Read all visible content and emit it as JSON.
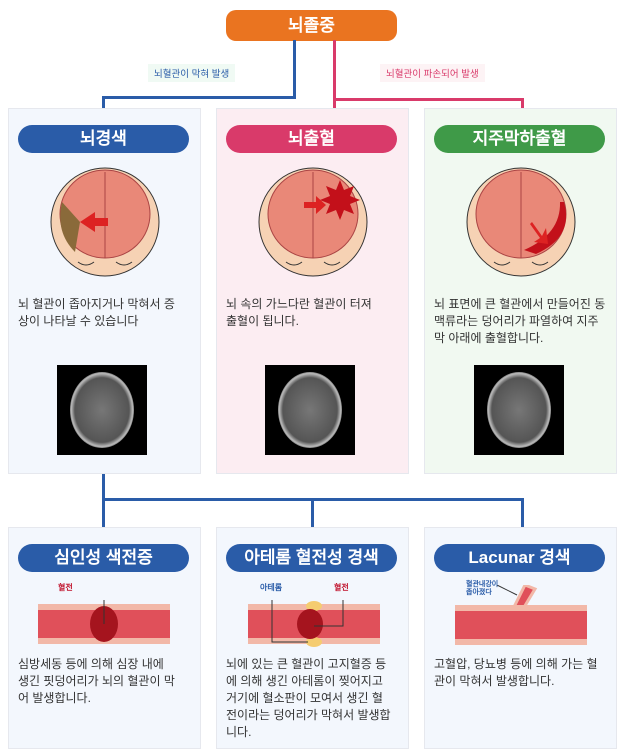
{
  "title": "뇌졸중",
  "branch_labels": {
    "blocked": "뇌혈관이 막혀 발생",
    "ruptured": "뇌혈관이 파손되어 발생"
  },
  "top_cards": [
    {
      "title": "뇌경색",
      "desc": "뇌 혈관이 좁아지거나 막혀서 증상이 나타날 수 있습니다",
      "color": "#2a5ca8"
    },
    {
      "title": "뇌출혈",
      "desc": "뇌 속의 가느다란 혈관이 터져 출혈이 됩니다.",
      "color": "#d93a6a"
    },
    {
      "title": "지주막하출혈",
      "desc": "뇌 표면에  큰 혈관에서 만들어진 동맥류라는 덩어리가 파열하여 지주막 아래에 출혈합니다.",
      "color": "#3f9a48"
    }
  ],
  "bottom_cards": [
    {
      "title": "심인성 색전증",
      "labels": [
        "혈전"
      ],
      "desc": "심방세동 등에 의해 심장 내에 생긴 핏덩어리가 뇌의 혈관이 막어 발생합니다."
    },
    {
      "title": "아테롬 혈전성 경색",
      "labels": [
        "아테롬",
        "혈전"
      ],
      "desc": "뇌에 있는 큰 혈관이 고지혈증 등에 의해 생긴 아테롬이 찢어지고 거기에 혈소판이 모여서 생긴 혈전이라는 덩어리가 막혀서 발생합니다."
    },
    {
      "title": "Lacunar 경색",
      "labels": [
        "혈관내강이 좁아졌다"
      ],
      "desc": "고혈압, 당뇨병 등에 의해 가는 혈관이 막혀서 발생합니다."
    }
  ]
}
